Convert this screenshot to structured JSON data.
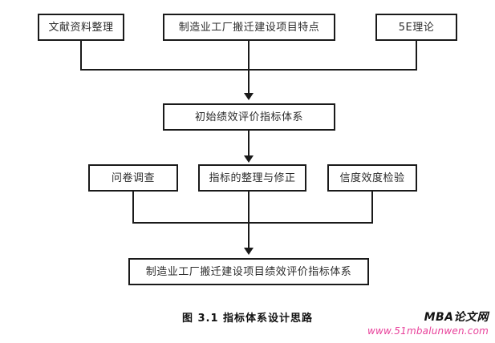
{
  "figure": {
    "caption": "图  3.1  指标体系设计思路",
    "type": "flowchart",
    "direction": "top-to-bottom"
  },
  "nodes": {
    "literature": {
      "label": "文献资料整理",
      "row": 1
    },
    "project_features": {
      "label": "制造业工厂搬迁建设项目特点",
      "row": 1
    },
    "theory_5e": {
      "label": "5E理论",
      "row": 1
    },
    "initial_system": {
      "label": "初始绩效评价指标体系",
      "row": 2
    },
    "questionnaire": {
      "label": "问卷调查",
      "row": 3
    },
    "indicator_revision": {
      "label": "指标的整理与修正",
      "row": 3
    },
    "reliability_validity": {
      "label": "信度效度检验",
      "row": 3
    },
    "final_system": {
      "label": "制造业工厂搬迁建设项目绩效评价指标体系",
      "row": 4
    }
  },
  "edges": [
    {
      "from": "literature",
      "to": "initial_system"
    },
    {
      "from": "project_features",
      "to": "initial_system"
    },
    {
      "from": "theory_5e",
      "to": "initial_system"
    },
    {
      "from": "initial_system",
      "to": "indicator_revision"
    },
    {
      "from": "questionnaire",
      "to": "final_system"
    },
    {
      "from": "indicator_revision",
      "to": "final_system"
    },
    {
      "from": "reliability_validity",
      "to": "final_system"
    }
  ],
  "watermark": {
    "brand": "MBA论文网",
    "url": "www.51mbalunwen.com",
    "brand_color": "#111111",
    "url_color": "#e8409a"
  },
  "colors": {
    "stroke": "#1a1a1a",
    "text": "#2b2b2b",
    "background": "#ffffff"
  }
}
